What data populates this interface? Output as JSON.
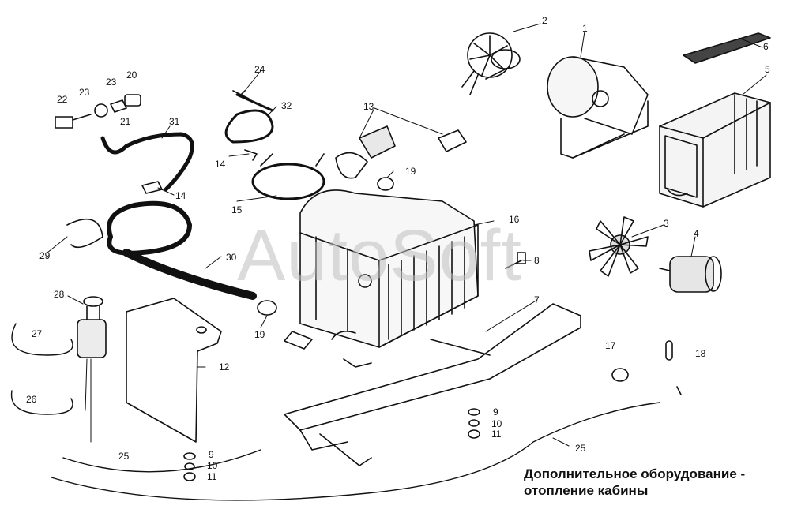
{
  "caption": {
    "line1": "Дополнительное оборудование -",
    "line2": "отопление кабины"
  },
  "watermark": "AutoSoft",
  "labels": {
    "l1": "1",
    "l2": "2",
    "l3": "3",
    "l4": "4",
    "l5": "5",
    "l6": "6",
    "l7": "7",
    "l8": "8",
    "l9a": "9",
    "l9b": "9",
    "l10a": "10",
    "l10b": "10",
    "l11a": "11",
    "l11b": "11",
    "l12": "12",
    "l13": "13",
    "l14a": "14",
    "l14b": "14",
    "l15": "15",
    "l16": "16",
    "l17": "17",
    "l18": "18",
    "l19a": "19",
    "l19b": "19",
    "l20": "20",
    "l21": "21",
    "l22": "22",
    "l23a": "23",
    "l23b": "23",
    "l24": "24",
    "l25a": "25",
    "l25b": "25",
    "l26": "26",
    "l27": "27",
    "l28": "28",
    "l29": "29",
    "l30": "30",
    "l31": "31",
    "l32": "32"
  }
}
